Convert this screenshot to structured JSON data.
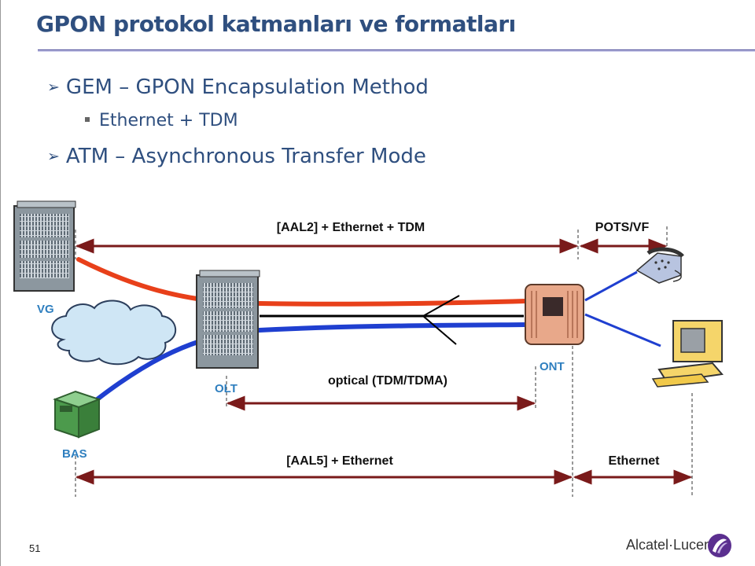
{
  "title": "GPON protokol katmanları ve formatları",
  "bullets": [
    {
      "text": "GEM – GPON Encapsulation Method",
      "level": 1
    },
    {
      "text": "Ethernet + TDM",
      "level": 2
    },
    {
      "text": "ATM – Asynchronous Transfer Mode",
      "level": 1
    }
  ],
  "nodes": {
    "vg": "VG",
    "olt": "OLT",
    "ont": "ONT",
    "bas": "BAS"
  },
  "spans": {
    "top_main": "[AAL2] + Ethernet + TDM",
    "top_right": "POTS/VF",
    "optical": "optical (TDM/TDMA)",
    "bottom_main": "[AAL5] + Ethernet",
    "bottom_right": "Ethernet"
  },
  "footer": {
    "page_number": "51",
    "brand": "Alcatel·Lucent"
  },
  "colors": {
    "title": "#2f4f7f",
    "node_label": "#2f7fbf",
    "red_link": "#e8401a",
    "blue_link": "#1f3fd0",
    "span_arrow": "#7a1a1a"
  }
}
